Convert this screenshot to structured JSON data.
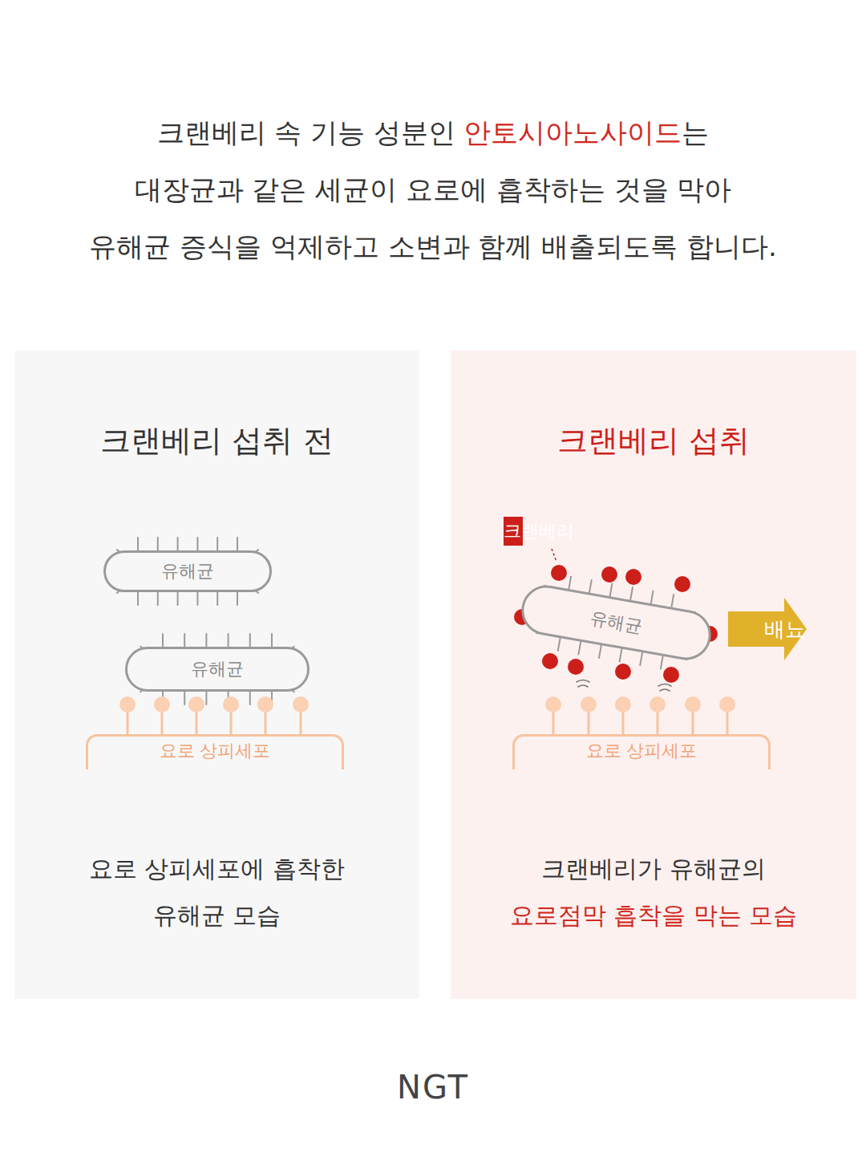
{
  "diagram": {
    "nodes": [
      {
        "text": [
          "크랜베리 섭취 전",
          "요로 상피세포에 흡착한",
          "유해균 모습"
        ]
      },
      {
        "text": [
          "유해균"
        ],
        "in": 0
      },
      {
        "text": [
          "유해균"
        ],
        "in": 0
      },
      {
        "text": [
          "요로 상피세포"
        ],
        "in": 0
      },
      {
        "text": [
          "크랜베리 섭취",
          "크랜베리가 유해균의",
          "요로점막 흡착을 막는 모습"
        ]
      },
      {
        "text": [
          "크랜베리"
        ],
        "in": 4
      },
      {
        "text": [
          "유해균"
        ],
        "in": 4
      },
      {
        "text": [
          "배뇨"
        ],
        "in": 4
      },
      {
        "text": [
          "요로 상피세포"
        ],
        "in": 4
      }
    ],
    "labels": [
      "크랜베리 속 기능 성분인",
      "안토시아노사이드",
      "는",
      "대장균과 같은 세균이 요로에 흡착하는 것을 막아",
      "유해균 증식을 억제하고 소변과 함께 배출되도록 합니다.",
      "NGT"
    ]
  }
}
